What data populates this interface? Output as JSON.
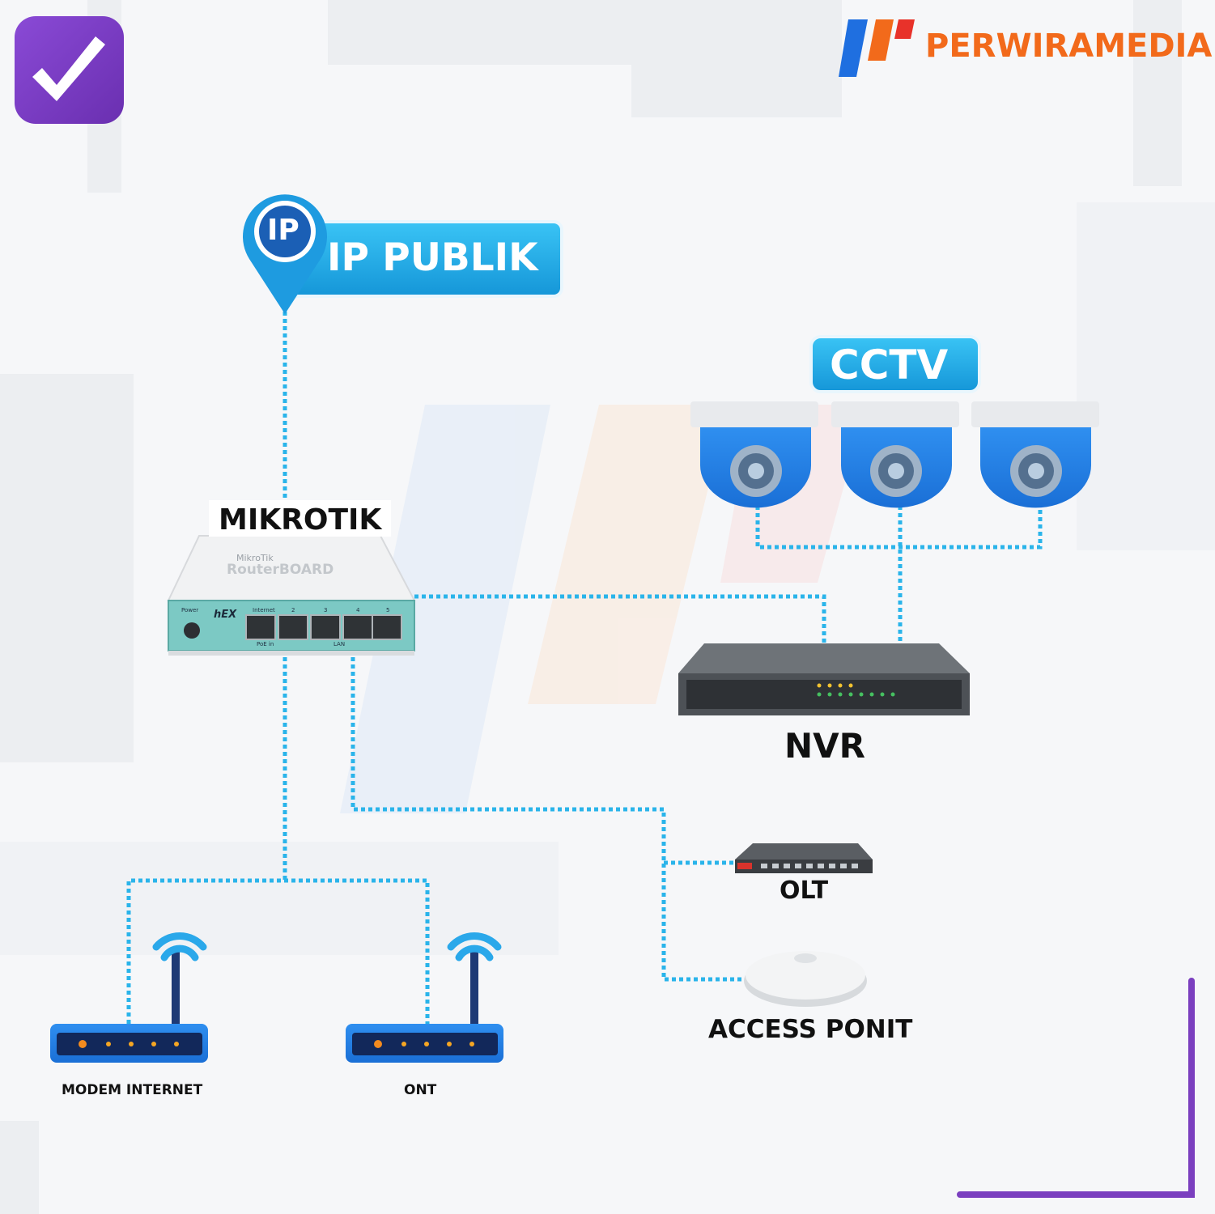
{
  "brand": {
    "name": "PERWIRAMEDIA",
    "colors": {
      "orange": "#f26a1b",
      "blue": "#1f6fe0",
      "red": "#e8322a",
      "purple": "#7b3fbf",
      "cyan": "#2ab4ea"
    }
  },
  "icons": {
    "badge": "check-icon",
    "pin": "location-pin-icon",
    "wifi": "wifi-icon"
  },
  "ip_badge": {
    "pin_text": "IP",
    "label": "IP PUBLIK"
  },
  "cctv": {
    "label": "CCTV"
  },
  "devices": {
    "mikrotik": {
      "label": "MIKROTIK",
      "brand_text": "MikroTik",
      "model_text": "RouterBOARD",
      "hex_text": "hEX",
      "port_labels": [
        "Internet",
        "2",
        "3",
        "4",
        "5"
      ],
      "power_text": "Power",
      "poe_text": "PoE in",
      "lan_text": "LAN"
    },
    "nvr": {
      "label": "NVR"
    },
    "olt": {
      "label": "OLT"
    },
    "access_point": {
      "label": "ACCESS PONIT"
    },
    "modem": {
      "label": "MODEM INTERNET"
    },
    "ont": {
      "label": "ONT"
    }
  }
}
